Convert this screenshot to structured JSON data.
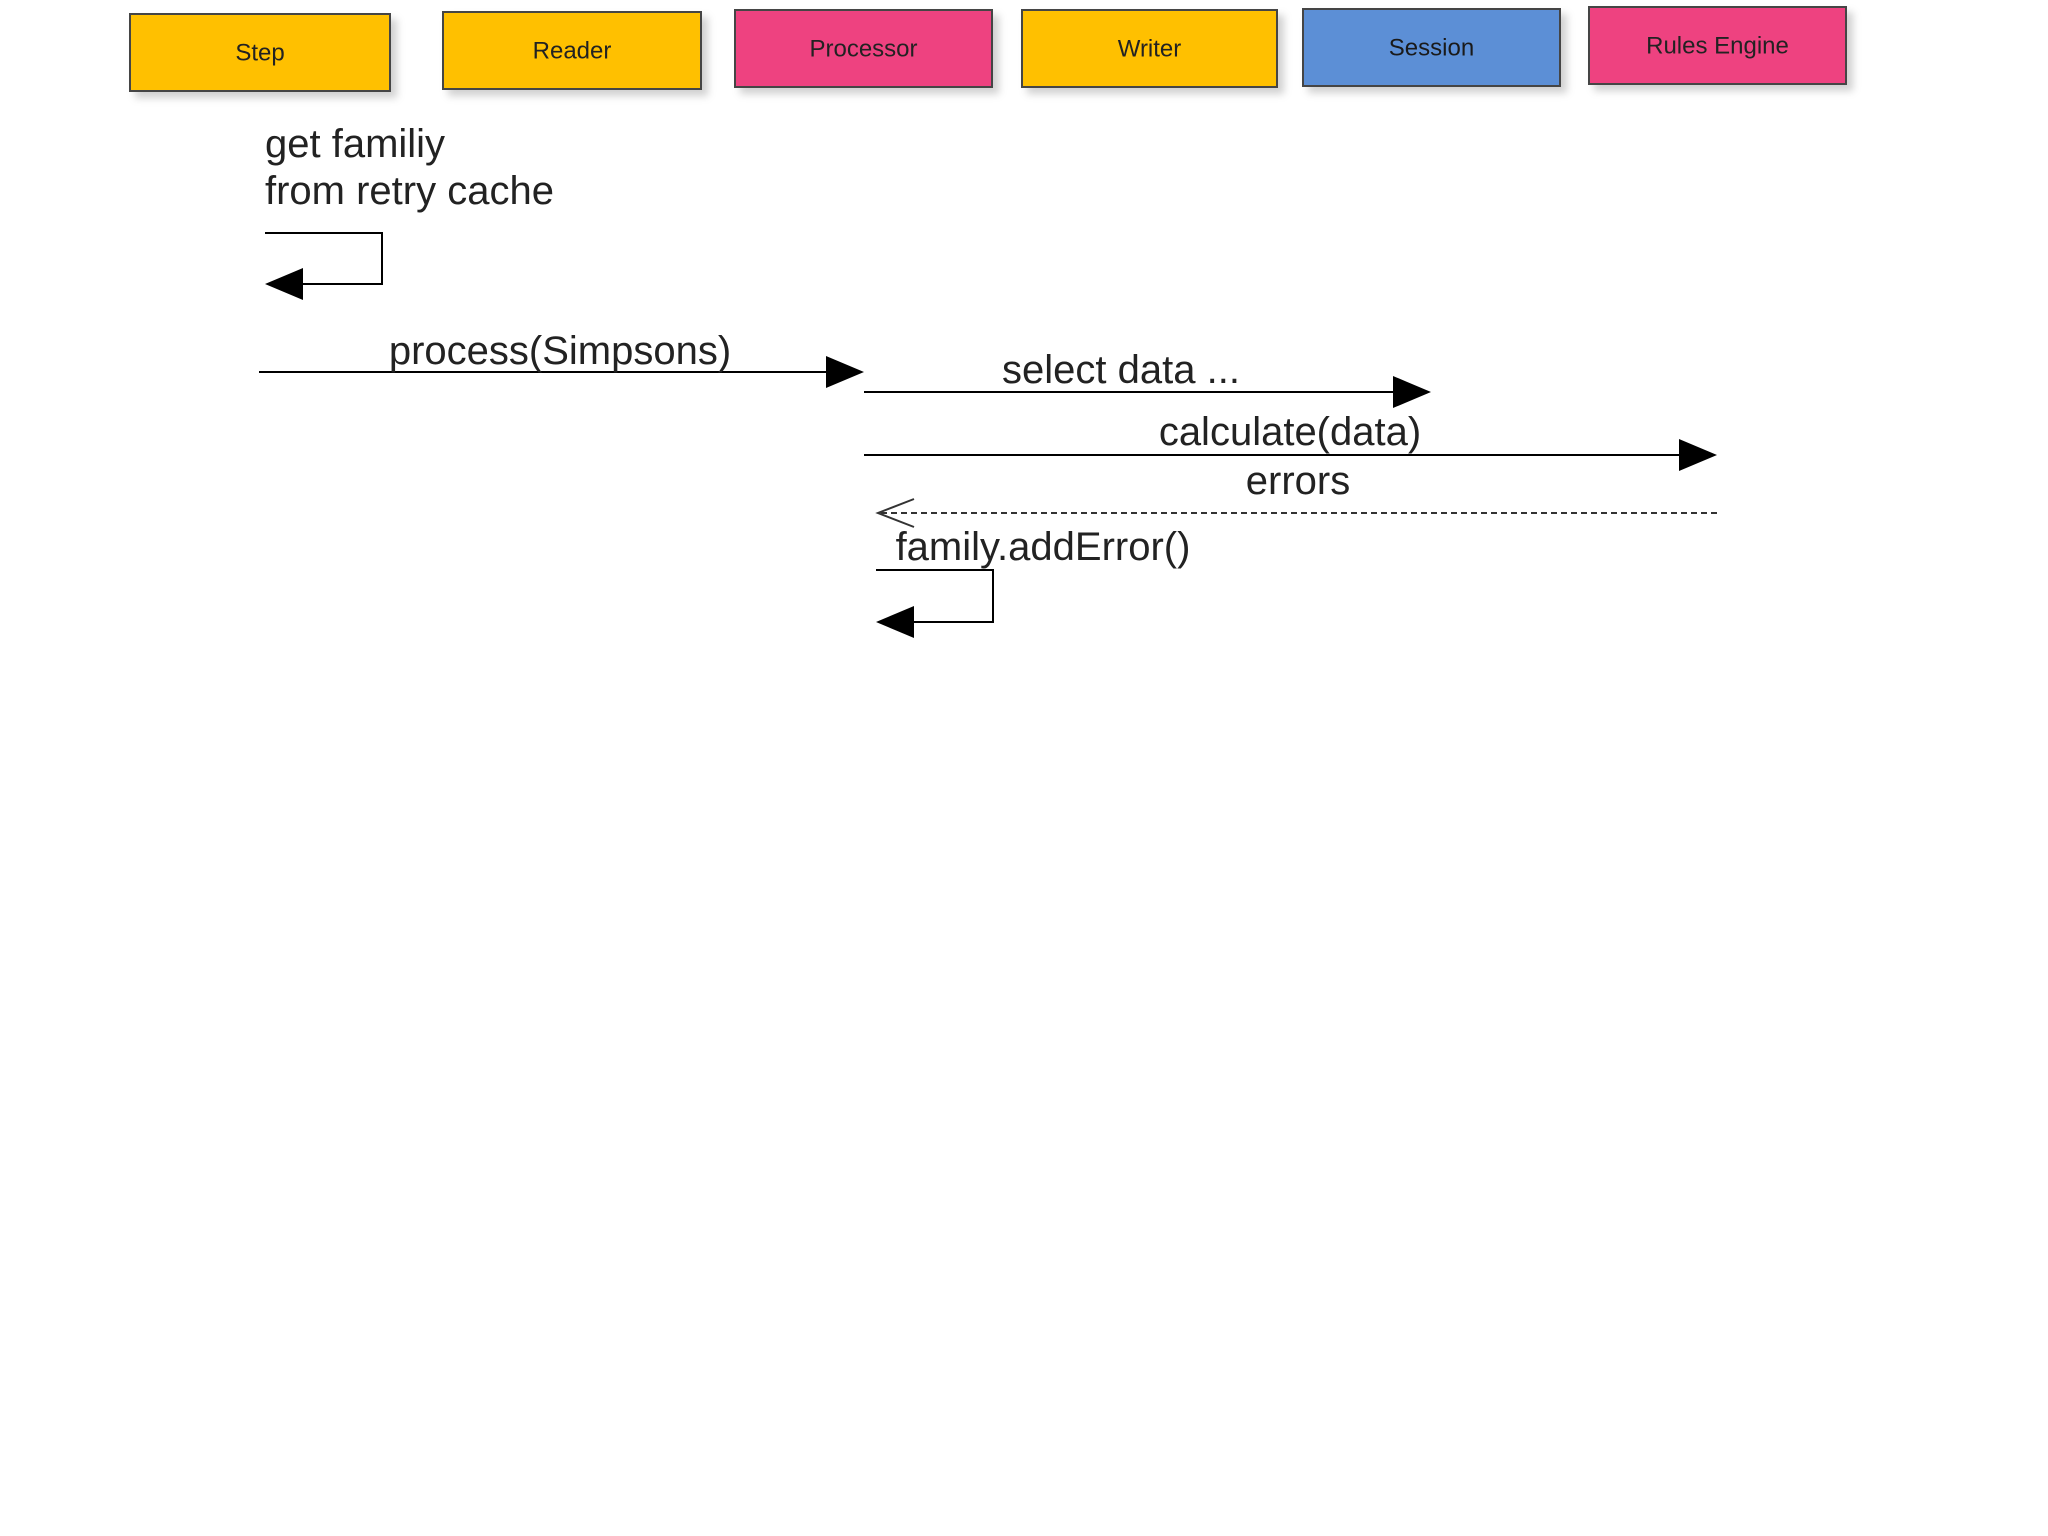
{
  "diagram": {
    "type": "sequence",
    "participants": [
      {
        "id": "step",
        "label": "Step",
        "color": "#FFC000"
      },
      {
        "id": "reader",
        "label": "Reader",
        "color": "#FFC000"
      },
      {
        "id": "processor",
        "label": "Processor",
        "color": "#EE4280"
      },
      {
        "id": "writer",
        "label": "Writer",
        "color": "#FFC000"
      },
      {
        "id": "session",
        "label": "Session",
        "color": "#5B8FD6"
      },
      {
        "id": "rules-engine",
        "label": "Rules Engine",
        "color": "#EE4280"
      }
    ],
    "messages": [
      {
        "id": "get-family",
        "from": "step",
        "to": "step",
        "kind": "self",
        "lines": [
          "get familiy",
          "from retry cache"
        ]
      },
      {
        "id": "process",
        "from": "step",
        "to": "processor",
        "kind": "sync",
        "lines": [
          "process(Simpsons)"
        ]
      },
      {
        "id": "select-data",
        "from": "processor",
        "to": "session",
        "kind": "sync",
        "lines": [
          "select data ..."
        ]
      },
      {
        "id": "calculate",
        "from": "processor",
        "to": "rules-engine",
        "kind": "sync",
        "lines": [
          "calculate(data)"
        ]
      },
      {
        "id": "errors",
        "from": "rules-engine",
        "to": "processor",
        "kind": "return",
        "lines": [
          "errors"
        ]
      },
      {
        "id": "add-error",
        "from": "processor",
        "to": "processor",
        "kind": "self",
        "lines": [
          "family.addError()"
        ]
      }
    ]
  }
}
